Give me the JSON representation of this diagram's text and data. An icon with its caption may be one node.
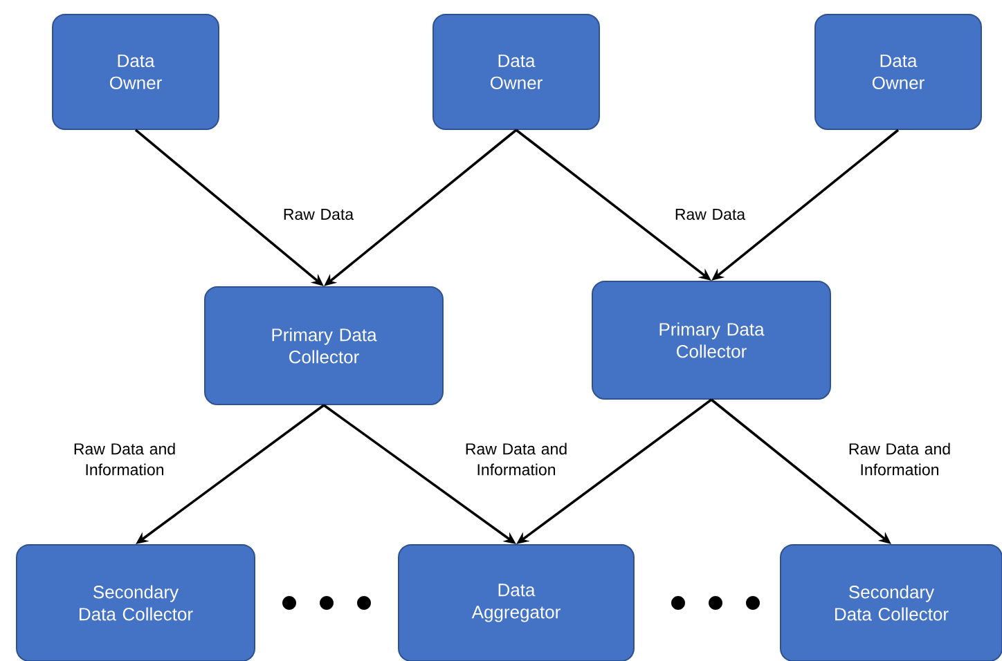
{
  "diagram": {
    "nodes": [
      {
        "text": [
          "Data Owner"
        ]
      },
      {
        "text": [
          "Data Owner"
        ]
      },
      {
        "text": [
          "Data Owner"
        ]
      },
      {
        "text": [
          "Primary Data Collector"
        ]
      },
      {
        "text": [
          "Primary Data Collector"
        ]
      },
      {
        "text": [
          "Secondary Data Collector"
        ]
      },
      {
        "text": [
          "Data Aggregator"
        ]
      },
      {
        "text": [
          "Secondary Data Collector"
        ]
      }
    ],
    "edges": [
      {
        "from": 0,
        "to": 3,
        "arrow": "to",
        "label": "Raw Data"
      },
      {
        "from": 1,
        "to": 3,
        "arrow": "to"
      },
      {
        "from": 1,
        "to": 4,
        "arrow": "to",
        "label": "Raw Data"
      },
      {
        "from": 2,
        "to": 4,
        "arrow": "to"
      },
      {
        "from": 3,
        "to": 5,
        "arrow": "to",
        "label": "Raw Data and Information"
      },
      {
        "from": 3,
        "to": 6,
        "arrow": "to",
        "label": "Raw Data and Information"
      },
      {
        "from": 4,
        "to": 6,
        "arrow": "to"
      },
      {
        "from": 4,
        "to": 7,
        "arrow": "to",
        "label": "Raw Data and Information"
      }
    ]
  }
}
